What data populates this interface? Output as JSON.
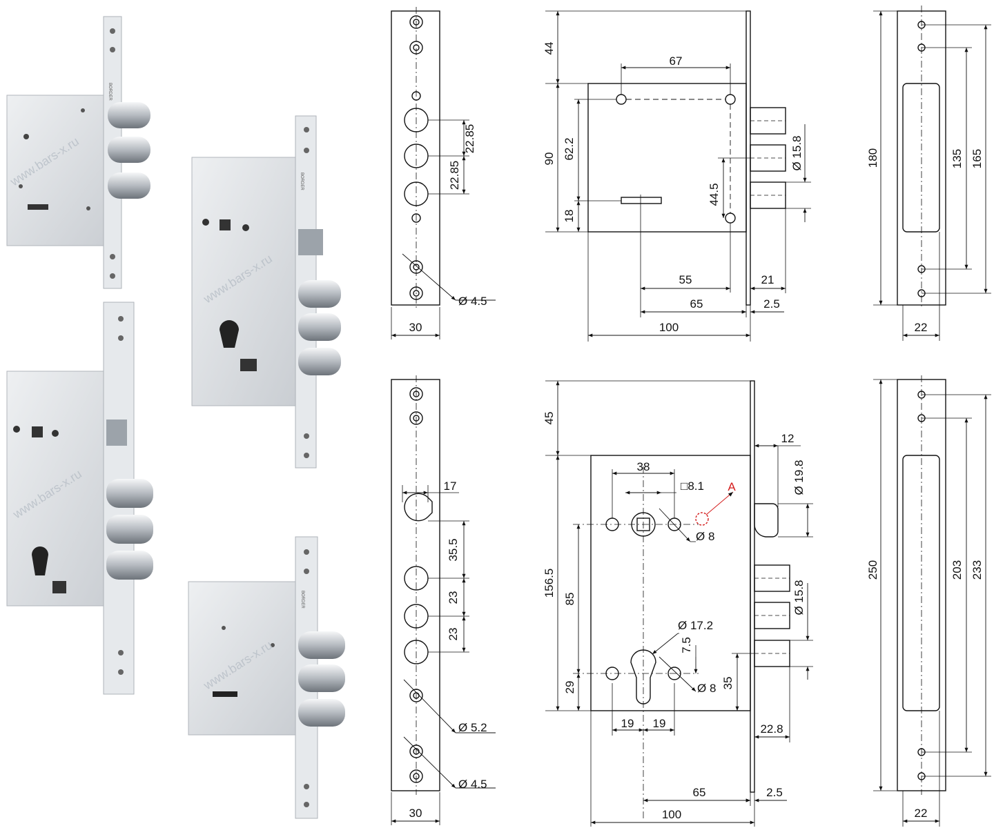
{
  "watermark": "www.bars-x.ru",
  "brand": "BORDER",
  "label_a": "A",
  "colors": {
    "line": "#111111",
    "accent": "#d41c1c",
    "steel": "#d7dbe0",
    "steel_dark": "#9aa1a8",
    "bolt": "#c9cdd2"
  },
  "drawing_top": {
    "faceplate": {
      "d_hole": "Ø 4.5",
      "bolt_spacing_1": "22.85",
      "bolt_spacing_2": "22.85",
      "width": "30"
    },
    "side": {
      "h_top": "44",
      "w_holes": "67",
      "h_body": "90",
      "h_holes": "62.2",
      "h_keyhole": "18",
      "h_bolt_hole": "44.5",
      "d_bolt": "Ø 15.8",
      "w_55": "55",
      "w_21": "21",
      "w_65": "65",
      "w_25": "2.5",
      "w_100": "100"
    },
    "strike": {
      "h_total": "180",
      "h_135": "135",
      "h_165": "165",
      "width": "22"
    }
  },
  "drawing_bottom": {
    "faceplate": {
      "w_17": "17",
      "s_355": "35.5",
      "s_23a": "23",
      "s_23b": "23",
      "d_52": "Ø 5.2",
      "d_45": "Ø 4.5",
      "width": "30"
    },
    "side": {
      "h_45": "45",
      "w_12": "12",
      "d_198": "Ø 19.8",
      "w_38": "38",
      "sq": "□8.1",
      "d_8a": "Ø 8",
      "h_1565": "156.5",
      "h_85": "85",
      "d_158": "Ø 15.8",
      "d_172": "Ø 17.2",
      "h_75": "7.5",
      "d_8b": "Ø 8",
      "h_35": "35",
      "h_29": "29",
      "w_19a": "19",
      "w_19b": "19",
      "w_228": "22.8",
      "w_65": "65",
      "w_25": "2.5",
      "w_100": "100"
    },
    "strike": {
      "h_250": "250",
      "h_203": "203",
      "h_233": "233",
      "width": "22"
    }
  }
}
